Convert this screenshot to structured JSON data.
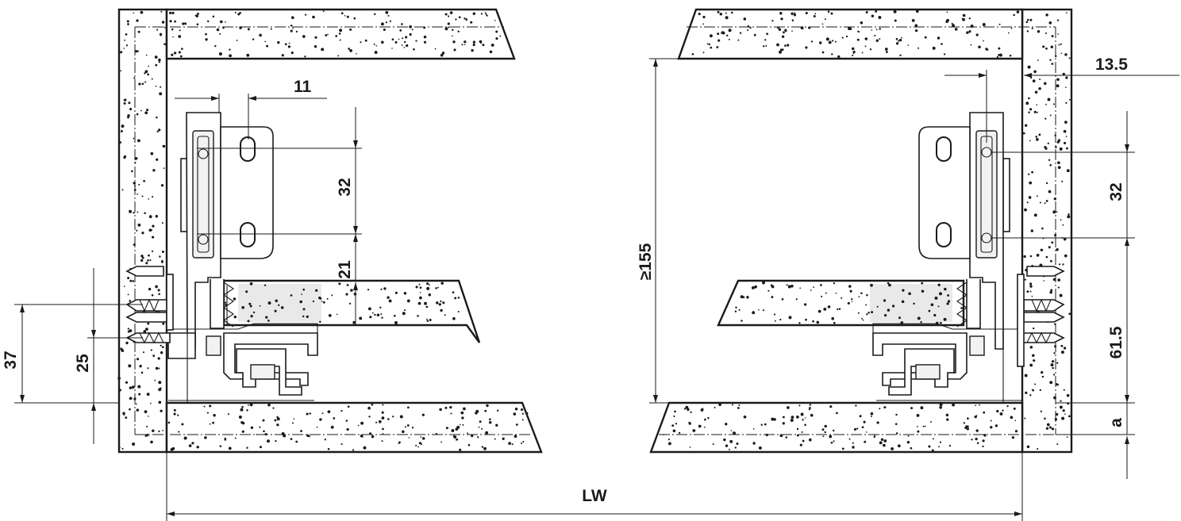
{
  "dimensions": {
    "left_setback": "11",
    "left_hole_spacing": "32",
    "left_bottom_offset": "21",
    "left_screw_height_37": "37",
    "left_screw_height_25": "25",
    "clear_height": "≥155",
    "right_setback": "13.5",
    "right_hole_spacing": "32",
    "right_bottom_offset": "61.5",
    "right_a": "a",
    "inner_width": "LW"
  },
  "colors": {
    "line": "#1a1a1a",
    "background": "#ffffff"
  }
}
